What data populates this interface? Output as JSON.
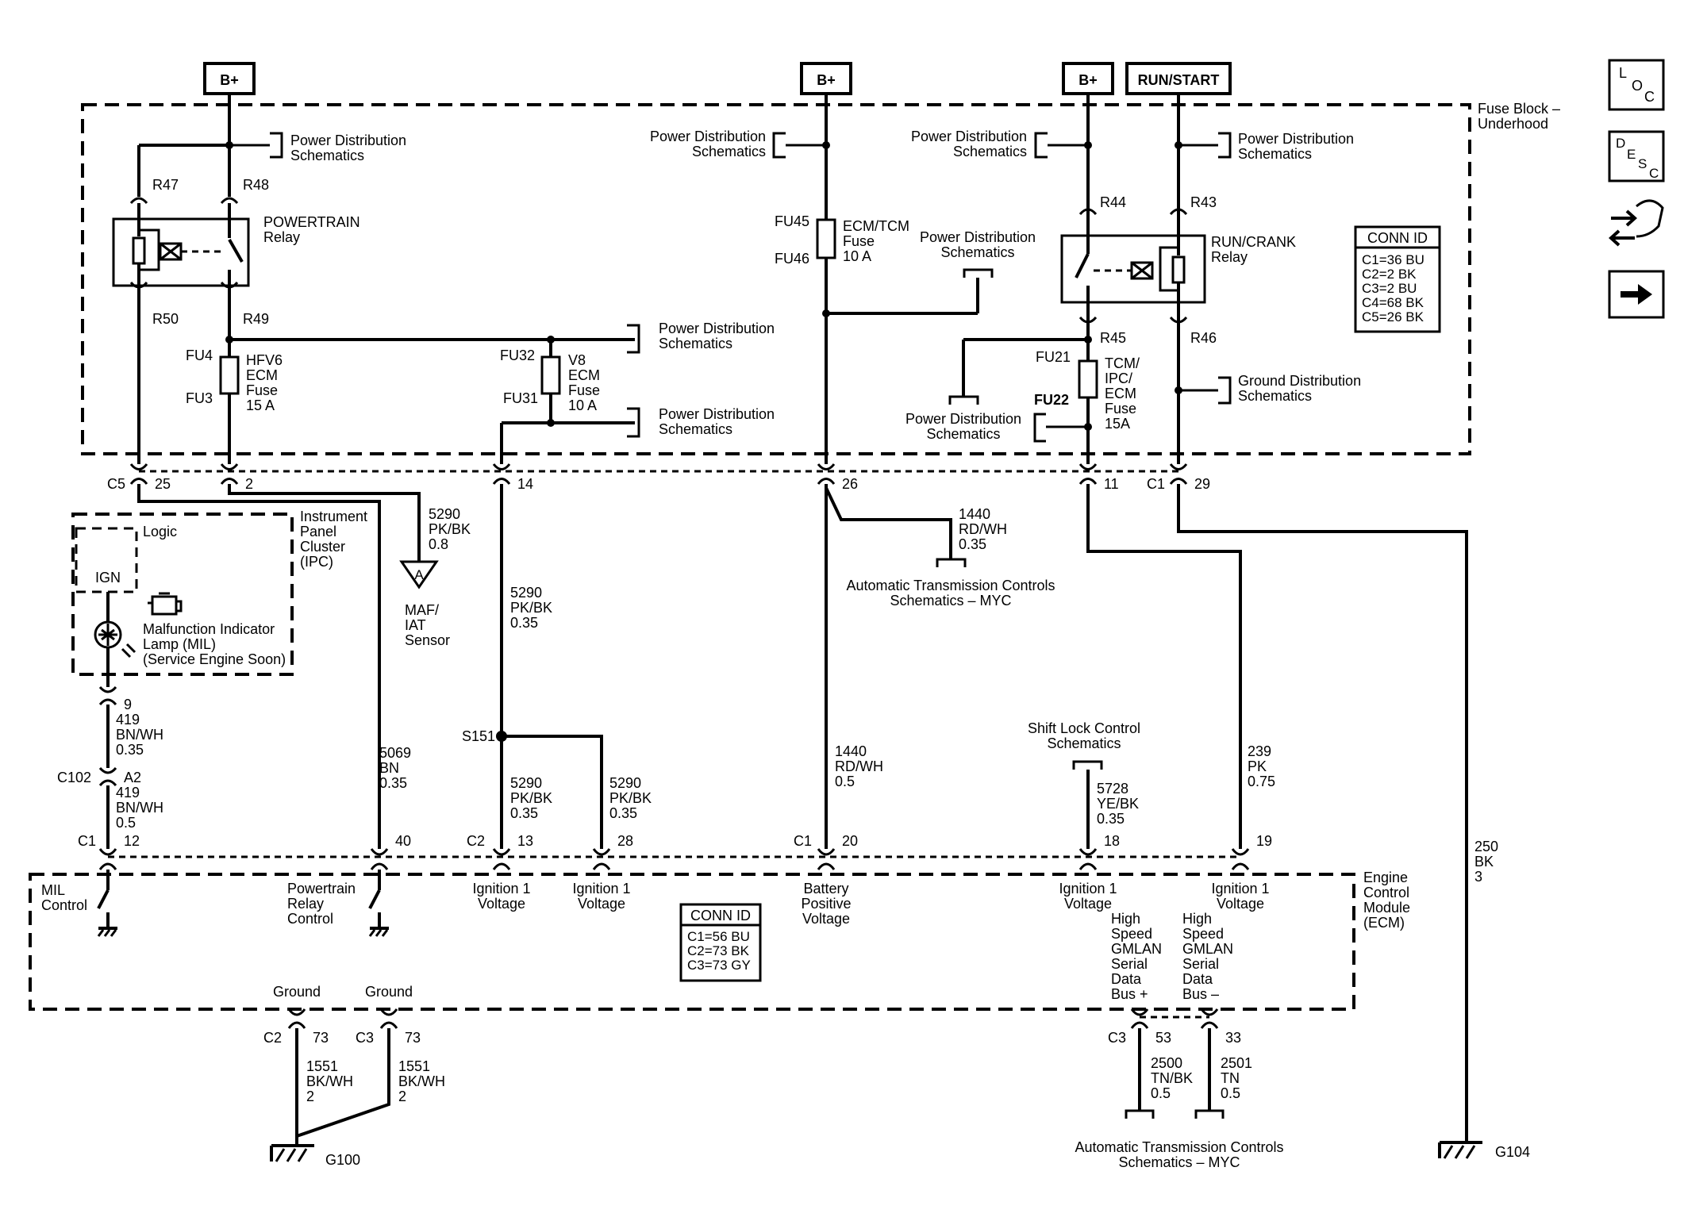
{
  "power_sources": {
    "b_plus_1": "B+",
    "b_plus_2": "B+",
    "b_plus_3": "B+",
    "run_start": "RUN/START"
  },
  "icons": {
    "loc": {
      "l": "L",
      "o": "O",
      "c": "C"
    },
    "desc": {
      "d": "D",
      "e": "E",
      "s": "S",
      "c": "C"
    },
    "connector_icon": "connector-icon",
    "next_arrow_icon": "arrow-right-icon"
  },
  "fuse_block": {
    "label_1": "Fuse Block –",
    "label_2": "Underhood"
  },
  "schematic_refs": {
    "pd_1": [
      "Power Distribution",
      "Schematics"
    ],
    "pd_2": [
      "Power Distribution",
      "Schematics"
    ],
    "pd_3": [
      "Power Distribution",
      "Schematics"
    ],
    "pd_4": [
      "Power Distribution",
      "Schematics"
    ],
    "pd_5": [
      "Power Distribution",
      "Schematics"
    ],
    "pd_6": [
      "Power Distribution",
      "Schematics"
    ],
    "pd_7": [
      "Power Distribution",
      "Schematics"
    ],
    "pd_8": [
      "Power Distribution",
      "Schematics"
    ],
    "gd_1": [
      "Ground Distribution",
      "Schematics"
    ],
    "atc_1": [
      "Automatic Transmission Controls",
      "Schematics – MYC"
    ],
    "atc_2": [
      "Automatic Transmission Controls",
      "Schematics – MYC"
    ],
    "shift_lock": [
      "Shift Lock Control",
      "Schematics"
    ]
  },
  "relays": {
    "powertrain": {
      "name": [
        "POWERTRAIN",
        "Relay"
      ],
      "pins": [
        "R47",
        "R48",
        "R50",
        "R49"
      ]
    },
    "run_crank": {
      "name": [
        "RUN/CRANK",
        "Relay"
      ],
      "pins": [
        "R44",
        "R43",
        "R45",
        "R46"
      ]
    }
  },
  "fuses": {
    "hfv6": {
      "pins": [
        "FU4",
        "FU3"
      ],
      "label": [
        "HFV6",
        "ECM",
        "Fuse",
        "15 A"
      ]
    },
    "v8": {
      "pins": [
        "FU32",
        "FU31"
      ],
      "label": [
        "V8",
        "ECM",
        "Fuse",
        "10 A"
      ]
    },
    "ecm_tcm": {
      "pins": [
        "FU45",
        "FU46"
      ],
      "label": [
        "ECM/TCM",
        "Fuse",
        "10 A"
      ]
    },
    "tcm_ipc": {
      "pins": [
        "FU21",
        "FU22"
      ],
      "label": [
        "TCM/",
        "IPC/",
        "ECM",
        "Fuse",
        "15A"
      ]
    }
  },
  "conn_id_1": {
    "title": "CONN ID",
    "rows": [
      "C1=36 BU",
      "C2=2 BK",
      "C3=2 BU",
      "C4=68 BK",
      "C5=26 BK"
    ]
  },
  "conn_id_2": {
    "title": "CONN ID",
    "rows": [
      "C1=56 BU",
      "C2=73 BK",
      "C3=73 GY"
    ]
  },
  "fuse_block_connectors": {
    "c5": "C5",
    "p25": "25",
    "p2": "2",
    "p14": "14",
    "p26": "26",
    "p11": "11",
    "c1": "C1",
    "p29": "29"
  },
  "wires": {
    "w5290_maf": [
      "5290",
      "PK/BK",
      "0.8"
    ],
    "w5290_main": [
      "5290",
      "PK/BK",
      "0.35"
    ],
    "w5290_13": [
      "5290",
      "PK/BK",
      "0.35"
    ],
    "w5290_28": [
      "5290",
      "PK/BK",
      "0.35"
    ],
    "w1440_top": [
      "1440",
      "RD/WH",
      "0.35"
    ],
    "w1440_main": [
      "1440",
      "RD/WH",
      "0.5"
    ],
    "w419_top": [
      "419",
      "BN/WH",
      "0.35"
    ],
    "w419_bot": [
      "419",
      "BN/WH",
      "0.5"
    ],
    "w5069": [
      "5069",
      "BN",
      "0.35"
    ],
    "w5728": [
      "5728",
      "YE/BK",
      "0.35"
    ],
    "w239": [
      "239",
      "PK",
      "0.75"
    ],
    "w250": [
      "250",
      "BK",
      "3"
    ],
    "w1551_a": [
      "1551",
      "BK/WH",
      "2"
    ],
    "w1551_b": [
      "1551",
      "BK/WH",
      "2"
    ],
    "w2500": [
      "2500",
      "TN/BK",
      "0.5"
    ],
    "w2501": [
      "2501",
      "TN",
      "0.5"
    ]
  },
  "maf": {
    "marker": "A",
    "label": [
      "MAF/",
      "IAT",
      "Sensor"
    ]
  },
  "splice": "S151",
  "ipc": {
    "name": [
      "Instrument",
      "Panel",
      "Cluster",
      "(IPC)"
    ],
    "logic": "Logic",
    "ign": "IGN",
    "mil": [
      "Malfunction Indicator",
      "Lamp (MIL)",
      "(Service Engine Soon)"
    ],
    "pin_9": "9",
    "c102": "C102",
    "a2": "A2"
  },
  "ecm_connectors": {
    "c1_left": "C1",
    "p12": "12",
    "p40": "40",
    "c2": "C2",
    "p13": "13",
    "p28": "28",
    "c1_mid": "C1",
    "p20": "20",
    "p18": "18",
    "p19": "19"
  },
  "ecm": {
    "name": [
      "Engine",
      "Control",
      "Module",
      "(ECM)"
    ],
    "mil_control": [
      "MIL",
      "Control"
    ],
    "pt_relay_control": [
      "Powertrain",
      "Relay",
      "Control"
    ],
    "ign_v_1": [
      "Ignition 1",
      "Voltage"
    ],
    "ign_v_2": [
      "Ignition 1",
      "Voltage"
    ],
    "batt_v": [
      "Battery",
      "Positive",
      "Voltage"
    ],
    "ign_v_3": [
      "Ignition 1",
      "Voltage"
    ],
    "ign_v_4": [
      "Ignition 1",
      "Voltage"
    ],
    "hs_plus": [
      "High",
      "Speed",
      "GMLAN",
      "Serial",
      "Data",
      "Bus +"
    ],
    "hs_minus": [
      "High",
      "Speed",
      "GMLAN",
      "Serial",
      "Data",
      "Bus –"
    ],
    "ground_1": "Ground",
    "ground_2": "Ground"
  },
  "bottom_connectors": {
    "c2": "C2",
    "p73_a": "73",
    "c3_a": "C3",
    "p73_b": "73",
    "c3_b": "C3",
    "p53": "53",
    "p33": "33"
  },
  "grounds": {
    "g100": "G100",
    "g104": "G104"
  }
}
